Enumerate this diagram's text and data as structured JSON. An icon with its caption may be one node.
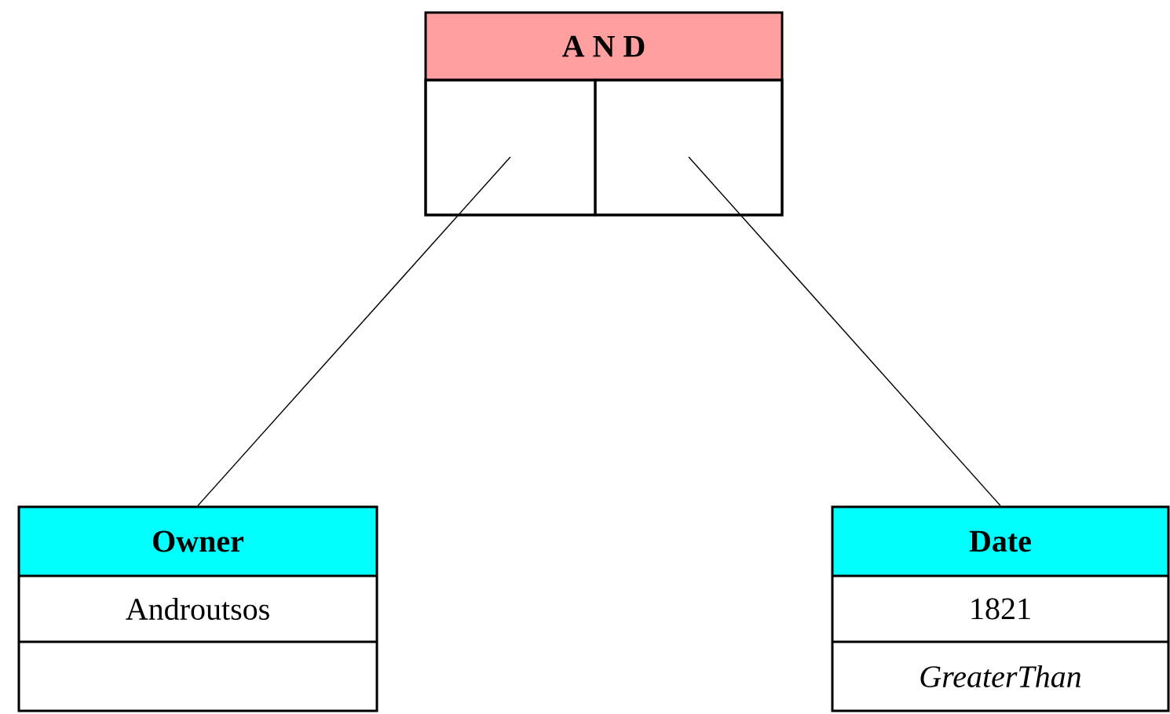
{
  "diagram": {
    "nodes": [
      {
        "text": [
          "A N D"
        ]
      },
      {
        "text": [],
        "shape": "box",
        "in": 0
      },
      {
        "text": [],
        "shape": "box",
        "in": 0
      },
      {
        "text": [
          "Owner",
          "Androutsos"
        ]
      },
      {
        "text": [
          "Date",
          "1821",
          "GreaterThan"
        ]
      }
    ],
    "edges": [
      {
        "from": 1,
        "to": 3,
        "arrow": "none"
      },
      {
        "from": 2,
        "to": 4,
        "arrow": "none"
      }
    ]
  }
}
